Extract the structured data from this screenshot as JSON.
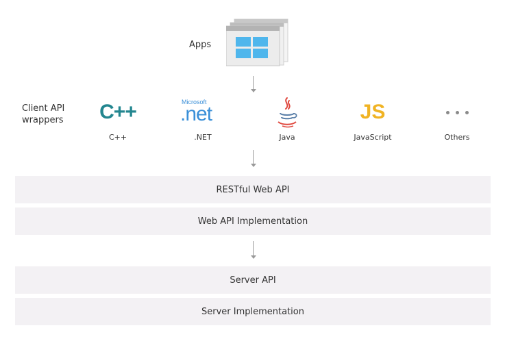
{
  "apps": {
    "label": "Apps",
    "icon": "app-windows-icon"
  },
  "wrappers": {
    "label_line1": "Client API",
    "label_line2": "wrappers",
    "items": [
      {
        "logo_text": "C++",
        "caption": "C++",
        "icon": "cpp-logo-icon"
      },
      {
        "logo_small": "Microsoft",
        "logo_text": ".net",
        "caption": ".NET",
        "icon": "dotnet-logo-icon"
      },
      {
        "caption": "Java",
        "icon": "java-logo-icon"
      },
      {
        "logo_text": "JS",
        "caption": "JavaScript",
        "icon": "javascript-logo-icon"
      },
      {
        "caption": "Others",
        "icon": "more-dots-icon"
      }
    ]
  },
  "layers": [
    {
      "label": "RESTful Web API"
    },
    {
      "label": "Web API Implementation"
    },
    {
      "label": "Server API"
    },
    {
      "label": "Server Implementation"
    }
  ],
  "colors": {
    "cpp": "#23868f",
    "dotnet": "#3a8fd8",
    "java": "#e0483e",
    "javascript": "#f0b323",
    "window_blue": "#4fb6ec",
    "bar_fill": "#f3f1f4"
  }
}
